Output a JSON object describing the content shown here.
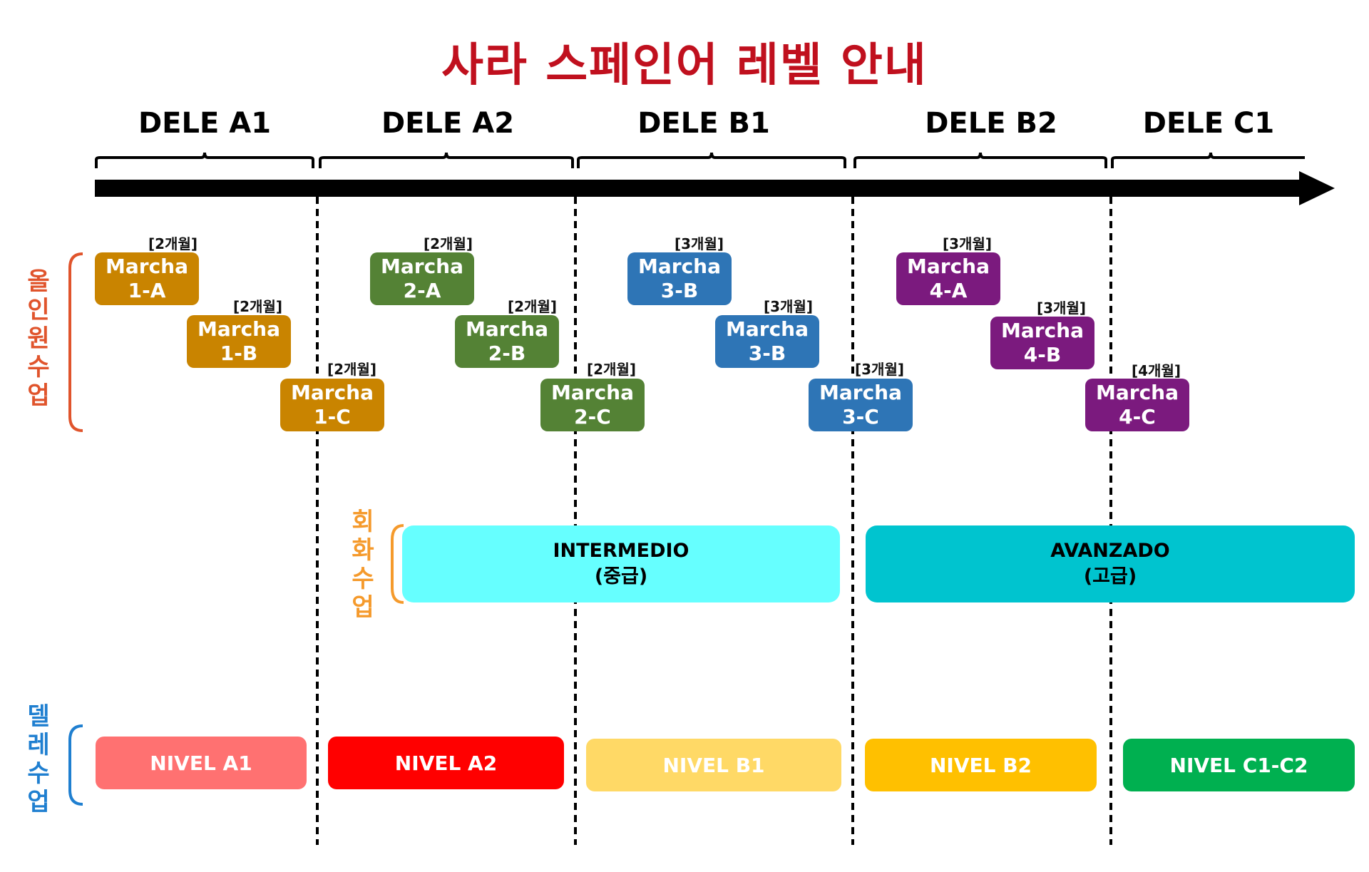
{
  "title": "사라 스페인어 레벨 안내",
  "dele_levels": [
    "DELE A1",
    "DELE A2",
    "DELE B1",
    "DELE B2",
    "DELE C1"
  ],
  "sections": {
    "online": {
      "label": "올인원수업",
      "color": "#e0542c"
    },
    "conversation": {
      "label": "회화수업",
      "color": "#f59a2c"
    },
    "dele": {
      "label": "델레수업",
      "color": "#1f7fd0"
    }
  },
  "marcha": [
    {
      "duration": "[2개월]",
      "line1": "Marcha",
      "line2": "1-A",
      "color": "#c98400"
    },
    {
      "duration": "[2개월]",
      "line1": "Marcha",
      "line2": "1-B",
      "color": "#c98400"
    },
    {
      "duration": "[2개월]",
      "line1": "Marcha",
      "line2": "1-C",
      "color": "#c98400"
    },
    {
      "duration": "[2개월]",
      "line1": "Marcha",
      "line2": "2-A",
      "color": "#548235"
    },
    {
      "duration": "[2개월]",
      "line1": "Marcha",
      "line2": "2-B",
      "color": "#548235"
    },
    {
      "duration": "[2개월]",
      "line1": "Marcha",
      "line2": "2-C",
      "color": "#548235"
    },
    {
      "duration": "[3개월]",
      "line1": "Marcha",
      "line2": "3-B",
      "color": "#2e75b6"
    },
    {
      "duration": "[3개월]",
      "line1": "Marcha",
      "line2": "3-B",
      "color": "#2e75b6"
    },
    {
      "duration": "[3개월]",
      "line1": "Marcha",
      "line2": "3-C",
      "color": "#2e75b6"
    },
    {
      "duration": "[3개월]",
      "line1": "Marcha",
      "line2": "4-A",
      "color": "#7b1a7e"
    },
    {
      "duration": "[3개월]",
      "line1": "Marcha",
      "line2": "4-B",
      "color": "#7b1a7e"
    },
    {
      "duration": "[4개월]",
      "line1": "Marcha",
      "line2": "4-C",
      "color": "#7b1a7e"
    }
  ],
  "conversation": [
    {
      "line1": "INTERMEDIO",
      "line2": "(중급)",
      "color": "#66ffff"
    },
    {
      "line1": "AVANZADO",
      "line2": "(고급)",
      "color": "#00c4cf"
    }
  ],
  "nivel": [
    {
      "label": "NIVEL A1",
      "color": "#ff7171"
    },
    {
      "label": "NIVEL A2",
      "color": "#ff0000"
    },
    {
      "label": "NIVEL B1",
      "color": "#ffd966"
    },
    {
      "label": "NIVEL B2",
      "color": "#ffc000"
    },
    {
      "label": "NIVEL C1-C2",
      "color": "#00b050"
    }
  ]
}
